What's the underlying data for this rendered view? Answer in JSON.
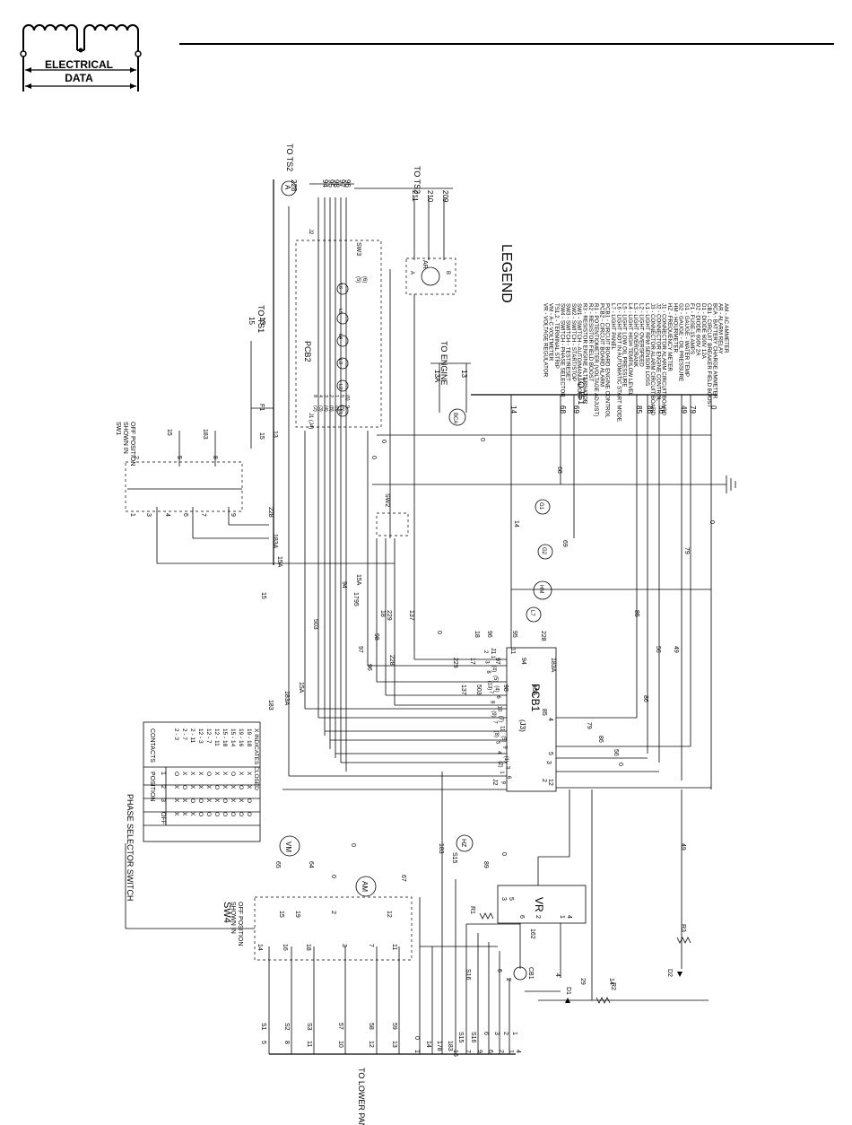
{
  "header": {
    "logo_line1": "ELECTRICAL",
    "logo_line2": "DATA"
  },
  "legend": {
    "title": "LEGEND",
    "items": [
      "AM - AC AMMETER",
      "AR - ALARM RELAY",
      "BCA - BATTERY CHARGE AMMETER",
      "CB1 - CIRCUIT BREAKER FIELD BOOST",
      "D1 - DIODE 600V 12A",
      "D2 - DIODE 600V 2A",
      "F1 - FUSE-15 AMPS",
      "G1 - GAUGE - WATER TEMP",
      "G2 - GAUGE - OIL PRESSURE",
      "HM - HOURMETER",
      "HZ - FREQUENCY METER",
      "J1 - CONNECTOR ALARM CIRCUIT BOARD",
      "J2 - CONNECTOR ENGINE CONTROL",
      "J3 - CONNECTOR ALARM CIRCUIT BOARD",
      "L1 - LIGHT RPM SENSOR LOSS",
      "L2 - LIGHT OVERSPEED",
      "L3 - LIGHT OVERCRANK",
      "L4 - LIGHT HIGH TEMP/LOW LEVEL",
      "L5 - LIGHT LOW OIL PRESSURE",
      "L6 - LIGHT NOT IN AUTOMATIC START MODE",
      "L7 - LIGHT PANEL",
      "PCB1 - CIRCUIT BOARD ENGINE CONTROL",
      "PCB2 - CIRCUIT BOARD ALARM",
      "R1 - POTENTIOMETER (VOLTAGE ADJUST)",
      "R2 - RESISTOR FIELD BOOST",
      "R3 - RESISTOR ENGINE ALTERNATOR",
      "SW1 - SWITCH - AUTO/MANUAL/OFF",
      "SW2 - SWITCH - START/STOP",
      "SW3 - SWITCH - TEST/RESET",
      "SW4 - SWITCH - PHASE SELECTOR",
      "TS1,2 - TERMINAL STRIP",
      "VM - A-C VOLTMETER",
      "VR - VOLTAGE REGULATOR"
    ]
  },
  "labels": {
    "to_ts2_top": "TO TS2",
    "to_ts2_mid": "TO TS2",
    "to_ts1_top": "TO TS1",
    "to_ts1_right": "TO TS1",
    "to_engine": "TO ENGINE",
    "to_lower_panel": "TO LOWER PANEL",
    "sw1_line1": "SW1",
    "sw1_line2": "SHOWN IN",
    "sw1_line3": "OFF POSITION",
    "sw4": "SW4",
    "sw4_line2": "SHOWN IN",
    "sw4_line3": "OFF POSITION",
    "phase_selector_switch": "PHASE SELECTOR SWITCH",
    "pcb1": "PCB1",
    "pcb2": "PCB2",
    "sw2": "SW2",
    "sw3": "SW3",
    "vr": "VR",
    "ar": "AR",
    "bca": "BCA",
    "vm": "VM",
    "am": "AM",
    "hz": "HZ",
    "hm": "HM",
    "g1": "G1",
    "g2": "G2",
    "l7": "L7",
    "cb1": "CB1",
    "d1": "D1",
    "d2": "D2",
    "r1": "R1",
    "r2": "R2",
    "r3": "R3",
    "f1": "F1",
    "a_circle": "A",
    "j1": "J1",
    "j2": "J2",
    "j3": "(J3)",
    "j1_pcb2": "J1 (J4)",
    "j2_pcb2": "J2"
  },
  "phase_table": {
    "position_header": "POSITION",
    "contacts_header": "CONTACTS",
    "position_columns": [
      "1",
      "2",
      "3",
      "OFF"
    ],
    "rows": [
      {
        "contacts": "2 - 3",
        "marks": [
          "O",
          "X",
          "X",
          "X"
        ]
      },
      {
        "contacts": "2 - 7",
        "marks": [
          "X",
          "O",
          "X",
          "X"
        ]
      },
      {
        "contacts": "2 - 11",
        "marks": [
          "X",
          "X",
          "O",
          "X"
        ]
      },
      {
        "contacts": "12 - 3",
        "marks": [
          "X",
          "X",
          "O",
          "O"
        ]
      },
      {
        "contacts": "12 - 7",
        "marks": [
          "O",
          "X",
          "X",
          "O"
        ]
      },
      {
        "contacts": "12 - 11",
        "marks": [
          "X",
          "O",
          "X",
          "O"
        ]
      },
      {
        "contacts": "15 - 18",
        "marks": [
          "X",
          "X",
          "O",
          "O"
        ]
      },
      {
        "contacts": "15 - 14",
        "marks": [
          "O",
          "X",
          "X",
          "O"
        ]
      },
      {
        "contacts": "19 - 16",
        "marks": [
          "X",
          "O",
          "X",
          "O"
        ]
      },
      {
        "contacts": "19 - 18",
        "marks": [
          "X",
          "X",
          "O",
          "O"
        ]
      }
    ],
    "footnote": "X INDICATES CLOSED"
  },
  "wires": {
    "ts2_top": [
      "228",
      "94",
      "95",
      "98",
      "97",
      "96"
    ],
    "ts2_mid": [
      "211",
      "210",
      "209"
    ],
    "ts1_top": [
      "15",
      "13"
    ],
    "engine": [
      "13A",
      "13"
    ],
    "ts1_right": [
      "14",
      "68",
      "69",
      "85",
      "86",
      "56",
      "49",
      "79",
      "0"
    ],
    "lower_panel": [
      "S1",
      "5",
      "S2",
      "8",
      "S3",
      "11",
      "57",
      "10",
      "58",
      "12",
      "59",
      "13",
      "0",
      "1",
      "14",
      "178",
      "183",
      "15",
      "S15",
      "7",
      "S16",
      "9",
      "6",
      "6",
      "3",
      "2",
      "2",
      "1",
      "1",
      "4"
    ],
    "pcb1_left": [
      "0",
      "229",
      "137",
      "18",
      "17",
      "503",
      "96",
      "97",
      "98",
      "95",
      "94",
      "15A",
      "228",
      "183A"
    ],
    "pcb1_right": [
      "85",
      "79",
      "86",
      "56",
      "0"
    ],
    "sw1_numbers": [
      "15",
      "183",
      "15",
      "228",
      "183A",
      "15A"
    ],
    "sw4_numbers": [
      "65",
      "64",
      "0",
      "0",
      "67",
      "183",
      "S15",
      "89",
      "0",
      "S16",
      "6",
      "2",
      "162",
      "4",
      "29",
      "14",
      "49"
    ],
    "misc": [
      "0",
      "14",
      "68",
      "69",
      "85",
      "86",
      "56",
      "79",
      "49",
      "0",
      "15A",
      "17",
      "18",
      "229",
      "137",
      "503",
      "94",
      "95",
      "98",
      "97",
      "96",
      "228",
      "15A",
      "183A",
      "183",
      "15",
      "13",
      "0",
      "0"
    ]
  },
  "ar_terminals": [
    "A",
    "B"
  ],
  "sw1_terminals": [
    "2",
    "5",
    "8",
    "1",
    "3",
    "4",
    "6",
    "7",
    "9"
  ],
  "sw4_terminals": [
    "15",
    "19",
    "2",
    "12",
    "14",
    "16",
    "18",
    "3",
    "7",
    "11"
  ],
  "pcb1_pins_left": [
    "2",
    "1",
    "3",
    "(4)",
    "8",
    "(5)",
    "(13)",
    "(4)",
    "7",
    "6",
    "8",
    "10",
    "(9)",
    "(7)",
    "7",
    "11",
    "(8)",
    "(5)",
    "5",
    "9",
    "4",
    "(1)",
    "(2)",
    "3",
    "1",
    "6",
    "9"
  ],
  "pcb1_pins_bottom": [
    "2",
    "12",
    "3",
    "5",
    "11",
    "4"
  ],
  "pcb2_pins": [
    "8",
    "(2)",
    "4",
    "(3)",
    "3",
    "(4)",
    "2",
    "(8)",
    "1",
    "(8)",
    "5",
    "(5)",
    "(6)",
    "9"
  ],
  "pcb2_lights": [
    "L6",
    "L5",
    "L4",
    "L3",
    "L2",
    "L1"
  ],
  "sw3_pins": [
    "(5)",
    "(6)"
  ],
  "vr_pins": [
    "3",
    "5",
    "6",
    "2",
    "1",
    "4"
  ]
}
